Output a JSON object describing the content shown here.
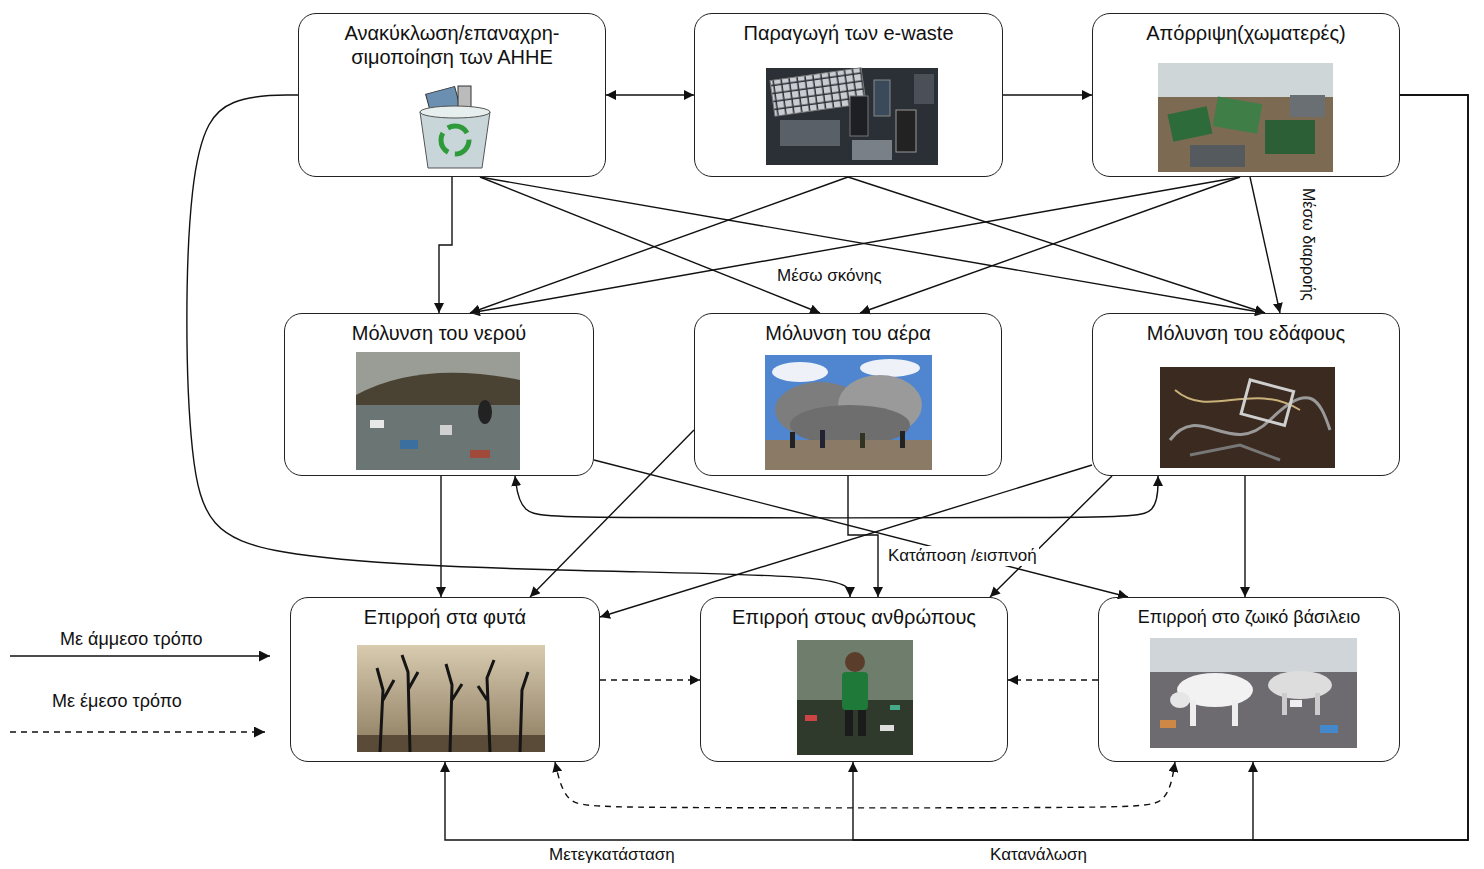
{
  "diagram": {
    "nodes": [
      {
        "text": [
          "Ανακύκλωση/επαναχρη- σιμοποίηση των ΑΗΗΕ"
        ]
      },
      {
        "text": [
          "Παραγωγή των e-waste"
        ]
      },
      {
        "text": [
          "Απόρριψη(χωματερές)"
        ]
      },
      {
        "text": [
          "Μόλυνση του νερού"
        ]
      },
      {
        "text": [
          "Μόλυνση του αέρα"
        ]
      },
      {
        "text": [
          "Μόλυνση του εδάφους"
        ]
      },
      {
        "text": [
          "Επιρροή στα φυτά"
        ]
      },
      {
        "text": [
          "Επιρροή στους ανθρώπους"
        ]
      },
      {
        "text": [
          "Επιρροή στο ζωικό βάσιλειο"
        ]
      }
    ],
    "edges": [
      {
        "from": 0,
        "to": 1,
        "arrow": "both"
      },
      {
        "from": 1,
        "to": 2,
        "arrow": "to"
      },
      {
        "from": 0,
        "to": 3,
        "arrow": "to"
      },
      {
        "from": 0,
        "to": 4,
        "arrow": "to"
      },
      {
        "from": 0,
        "to": 5,
        "arrow": "to"
      },
      {
        "from": 1,
        "to": 3,
        "arrow": "to"
      },
      {
        "from": 1,
        "to": 5,
        "arrow": "to"
      },
      {
        "from": 2,
        "to": 3,
        "arrow": "to"
      },
      {
        "from": 2,
        "to": 4,
        "arrow": "to"
      },
      {
        "from": 2,
        "to": 5,
        "arrow": "to",
        "label": "Μέσω διαρροής"
      },
      {
        "from": 0,
        "to": 7,
        "arrow": "to"
      },
      {
        "from": 3,
        "to": 6,
        "arrow": "to"
      },
      {
        "from": 3,
        "to": 8,
        "arrow": "to"
      },
      {
        "from": 3,
        "to": 5,
        "arrow": "both"
      },
      {
        "from": 4,
        "to": 6,
        "arrow": "to"
      },
      {
        "from": 4,
        "to": 7,
        "arrow": "to",
        "label": "Κατάποση /εισπνοή"
      },
      {
        "from": 5,
        "to": 6,
        "arrow": "to"
      },
      {
        "from": 5,
        "to": 7,
        "arrow": "to"
      },
      {
        "from": 5,
        "to": 8,
        "arrow": "to"
      },
      {
        "from": 6,
        "to": 7,
        "arrow": "to"
      },
      {
        "from": 8,
        "to": 7,
        "arrow": "to"
      },
      {
        "from": 6,
        "to": 8,
        "arrow": "both"
      },
      {
        "from": 2,
        "to": 6,
        "arrow": "to"
      },
      {
        "from": 2,
        "to": 7,
        "arrow": "to"
      },
      {
        "from": 2,
        "to": 8,
        "arrow": "to"
      }
    ],
    "labels": [
      "Μέσω σκόνης",
      "Μετεγκατάσταση",
      "Κατανάλωση"
    ],
    "legend": [
      {
        "text": "Με άμμεσο τρόπο"
      },
      {
        "text": "Με έμεσο τρόπο"
      }
    ]
  }
}
